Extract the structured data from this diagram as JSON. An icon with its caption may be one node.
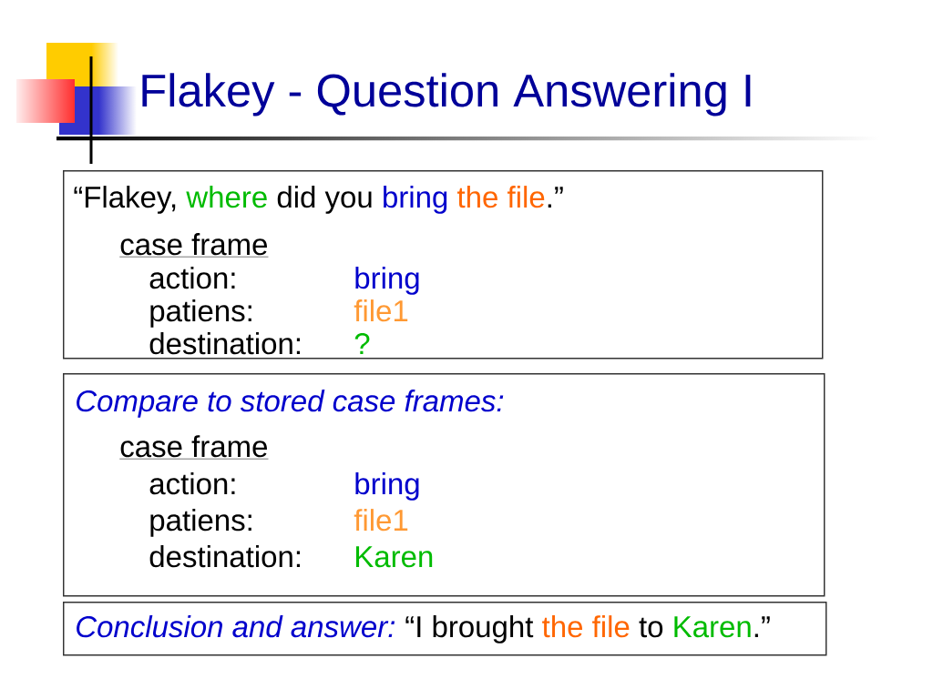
{
  "diagram": {
    "title": "Flakey - Question Answering I",
    "nodes": [
      {
        "text": [
          "“Flakey,",
          "where",
          "did you",
          "bring",
          "the file",
          ".”",
          "case frame",
          "action:",
          "bring",
          "patiens:",
          "file1",
          "destination:",
          "?"
        ]
      },
      {
        "text": [
          "Compare to stored case frames:",
          "case frame",
          "action:",
          "bring",
          "patiens:",
          "file1",
          "destination:",
          "Karen"
        ]
      },
      {
        "text": [
          "Conclusion and answer:",
          "“I brought",
          "the file",
          "to",
          "Karen",
          ".”"
        ]
      }
    ]
  }
}
